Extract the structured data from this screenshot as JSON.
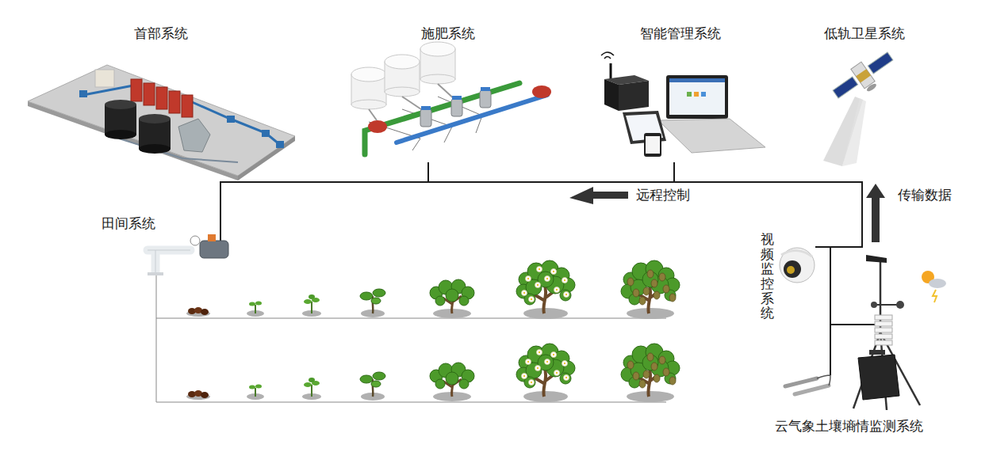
{
  "diagram": {
    "nodes": [
      {
        "text": [
          "首部系统"
        ]
      },
      {
        "text": [
          "施肥系统"
        ]
      },
      {
        "text": [
          "智能管理系统"
        ]
      },
      {
        "text": [
          "低轨卫星系统"
        ]
      },
      {
        "text": [
          "田间系统"
        ]
      },
      {
        "text": [
          "视频监控系统"
        ]
      },
      {
        "text": [
          "云气象土壤墒情监测系统"
        ]
      }
    ],
    "edges": [
      {
        "from": 2,
        "to": 1,
        "arrow": "none"
      },
      {
        "from": 2,
        "to": 4,
        "arrow": "none"
      },
      {
        "from": 2,
        "to": 5,
        "arrow": "none"
      },
      {
        "from": 2,
        "to": 6,
        "arrow": "none"
      }
    ],
    "labels": [
      "远程控制",
      "传输数据"
    ]
  }
}
